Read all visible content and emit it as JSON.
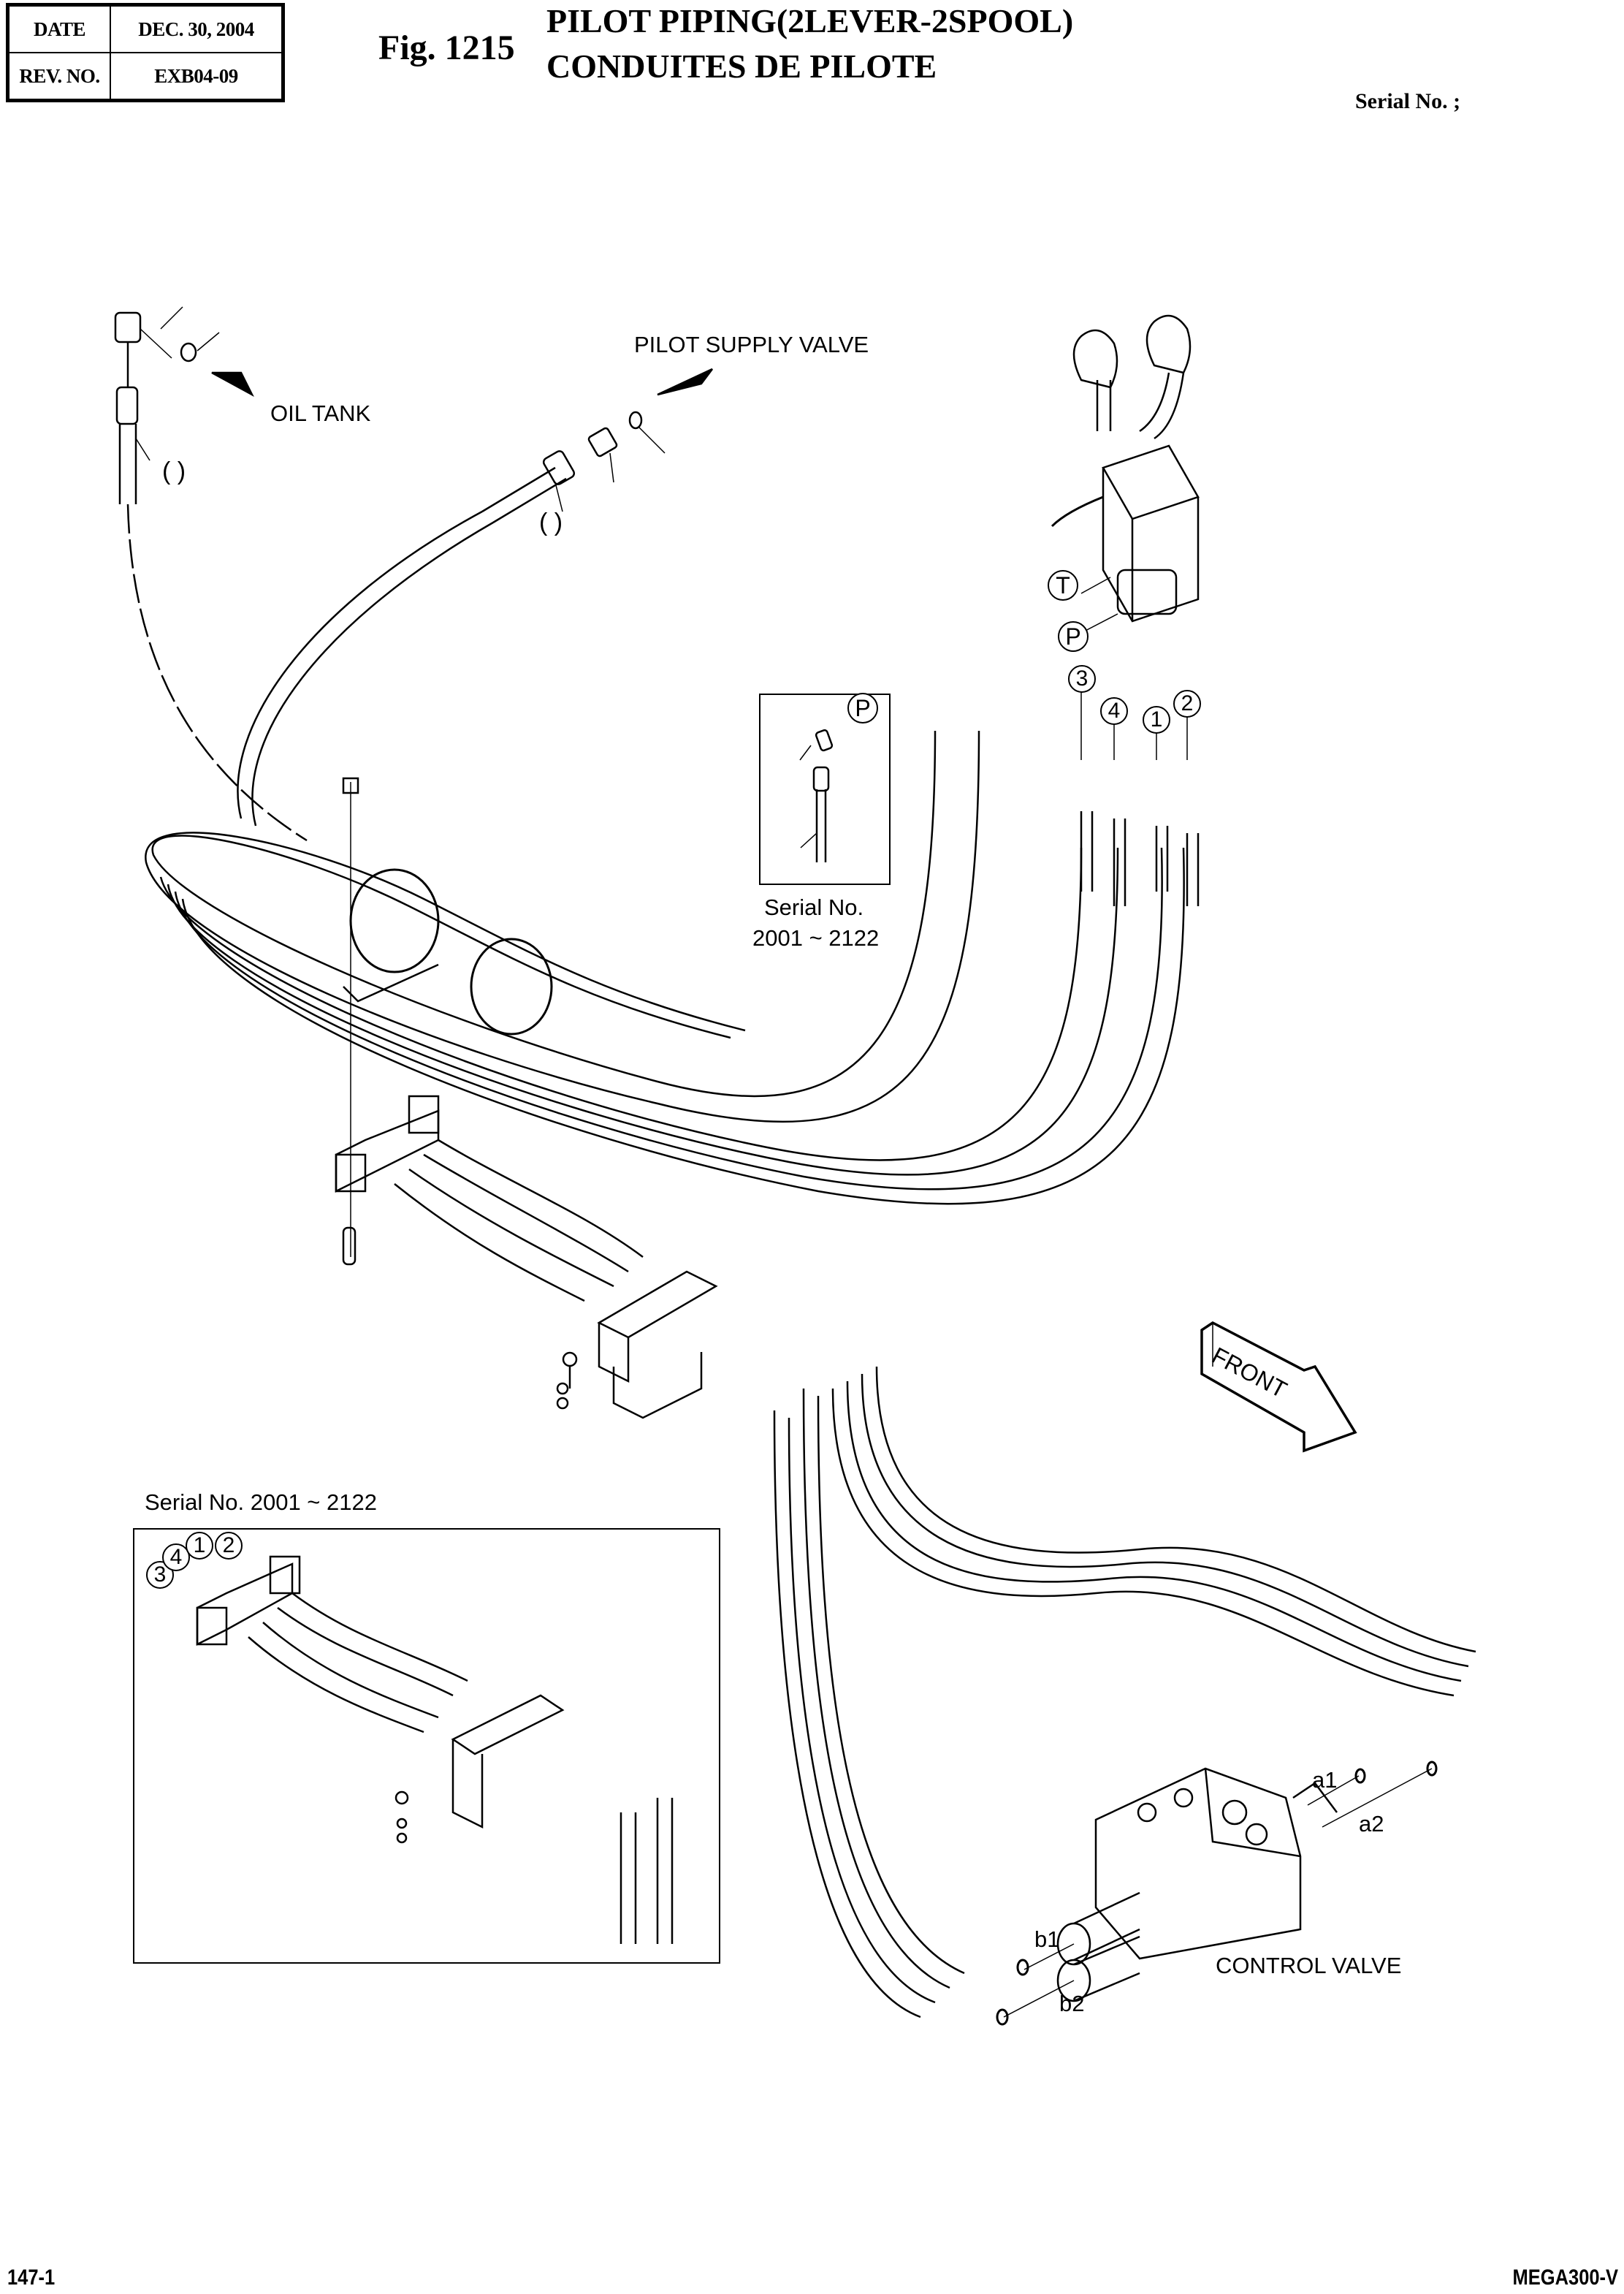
{
  "header": {
    "date_label": "DATE",
    "date_value": "DEC. 30, 2004",
    "rev_label": "REV. NO.",
    "rev_value": "EXB04-09",
    "figure_number": "Fig. 1215",
    "title_en": "PILOT PIPING(2LEVER-2SPOOL)",
    "title_fr": "CONDUITES DE PILOTE",
    "serial_label": "Serial No. ;"
  },
  "callouts": {
    "oil_tank": "OIL TANK",
    "pilot_supply_valve": "PILOT SUPPLY VALVE",
    "front": "FRONT",
    "control_valve": "CONTROL VALVE",
    "port_a1": "a1",
    "port_a2": "a2",
    "port_b1": "b1",
    "port_b2": "b2",
    "paren_blank": "(    )"
  },
  "port_markers": {
    "tank": "T",
    "pressure": "P",
    "port_1": "1",
    "port_2": "2",
    "port_3": "3",
    "port_4": "4"
  },
  "insets": {
    "inset_p_serial": "Serial No.",
    "inset_p_range": "2001 ~ 2122",
    "inset_clamp_title": "Serial No. 2001 ~ 2122"
  },
  "footer": {
    "page_number": "147-1",
    "model": "MEGA300-V"
  }
}
